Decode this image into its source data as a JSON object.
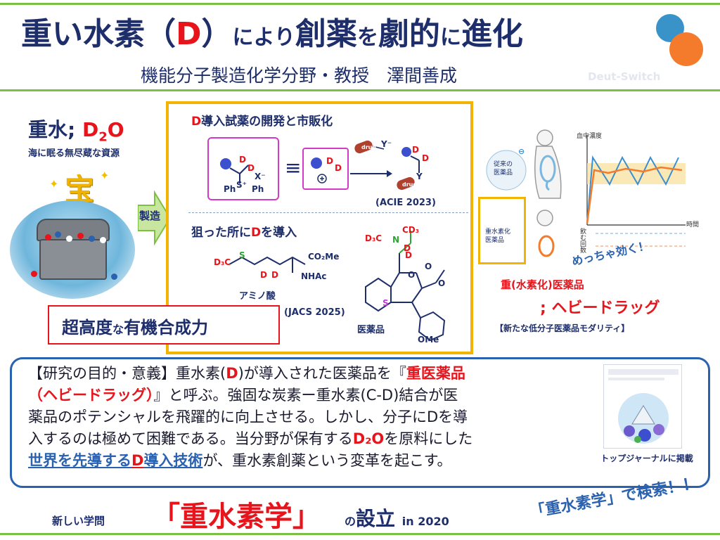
{
  "header": {
    "title_a": "重い水素（",
    "title_d": "D",
    "title_b": "）",
    "title_c": "により",
    "title_d2": "創薬",
    "title_e": "を",
    "title_f": "劇的",
    "title_g": "に",
    "title_h": "進化",
    "subtitle": "機能分子製造化学分野・教授　澤間善成",
    "watermark": "Deut-Switch"
  },
  "left": {
    "d2o_prefix": "重水; ",
    "d2o_d": "D",
    "d2o_sub": "2",
    "d2o_o": "O",
    "caption": "海に眠る無尽蔵な資源",
    "treasure": "宝",
    "sparkle": "✦",
    "arrow_label": "製造"
  },
  "center": {
    "reagent_title_d": "D",
    "reagent_title": "導入試薬の開発と市販化",
    "equiv": "≡",
    "acie": "(ACIE 2023)",
    "targeted_a": "狙った所に",
    "targeted_d": "D",
    "targeted_b": "を導入",
    "amino": "アミノ酸",
    "jacs": "(JACS 2025)",
    "drug": "医薬品",
    "co2me": "CO₂Me",
    "nhac": "NHAc",
    "ome": "OMe",
    "d3c": "D₃C",
    "cd3": "CD₃",
    "ph": "Ph",
    "s_plus": "S⁺",
    "x_minus": "X⁻",
    "y_minus": "Y⁻",
    "y": "Y",
    "d": "D",
    "s": "S",
    "n": "N",
    "o": "O",
    "drug_tag": "drug",
    "synthesis_a": "超高度",
    "synthesis_b": "な",
    "synthesis_c": "有機合成力"
  },
  "right": {
    "axis_y": "血中濃度",
    "axis_x": "時間",
    "doses": "飲む回数",
    "conventional_a": "従来の",
    "conventional_b": "医薬品",
    "heavy_a": "重水素化",
    "heavy_b": "医薬品",
    "effective": "めっちゃ効く！",
    "heavy_drug_label": "重(水素化)医薬品",
    "heavy_drug_name": "; ヘビードラッグ",
    "modality": "【新たな低分子医薬品モダリティ】"
  },
  "purpose": {
    "l1_a": "【研究の目的・意義】重水素(",
    "l1_d": "D",
    "l1_b": ")が導入された医薬品を『",
    "l1_c": "重医薬品",
    "l2_a": "（ヘビードラッグ）",
    "l2_b": "』と呼ぶ。強固な炭素ー重水素(C-D)結合が医",
    "l3": "薬品のポテンシャルを飛躍的に向上させる。しかし、分子にDを導",
    "l4_a": "入するのは極めて困難である。当分野が保有する",
    "l4_d2o": "D₂O",
    "l4_b": "を原料にした",
    "l5_a": "世界を先導する",
    "l5_d": "D",
    "l5_b": "導入技術",
    "l5_c": "が、重水素創薬という変革を起こす。",
    "journal_label": "トップジャーナルに掲載"
  },
  "footer": {
    "new_discipline": "新しい学問",
    "discipline": "「重水素学」",
    "established_a": "の",
    "established_b": "設立",
    "established_c": "in 2020",
    "search": "「重水素学」で検索！！"
  },
  "colors": {
    "navy": "#1d2e6b",
    "red": "#e8141c",
    "green": "#7bc043",
    "gold": "#f2b400",
    "blue": "#2a62b0",
    "magenta": "#d23bc8"
  }
}
